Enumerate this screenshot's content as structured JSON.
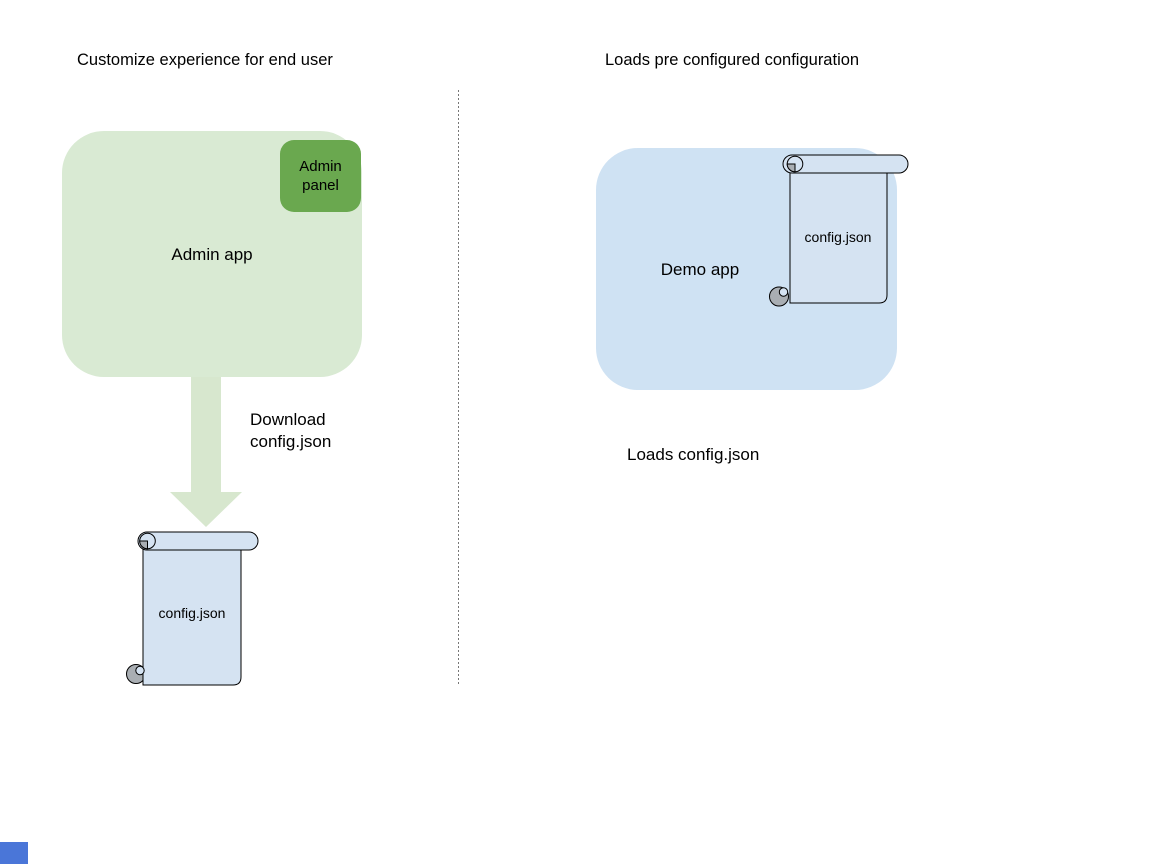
{
  "left": {
    "title": "Customize experience for end user",
    "app_label": "Admin app",
    "panel_label": "Admin panel",
    "arrow_label": "Download config.json",
    "file_label": "config.json"
  },
  "right": {
    "title": "Loads pre configured configuration",
    "app_label": "Demo app",
    "file_label": "config.json",
    "caption": "Loads config.json"
  },
  "colors": {
    "admin_app_fill": "#d9ead3",
    "admin_panel_fill": "#6aa84f",
    "arrow_fill": "#d7e7ce",
    "demo_app_fill": "#cfe2f3",
    "scroll_fill": "#d5e3f2",
    "scroll_stroke": "#000000",
    "curl_shade": "#a9aeb3",
    "divider_color": "#777777",
    "text_color": "#000000",
    "corner_square": "#4a76d8"
  }
}
